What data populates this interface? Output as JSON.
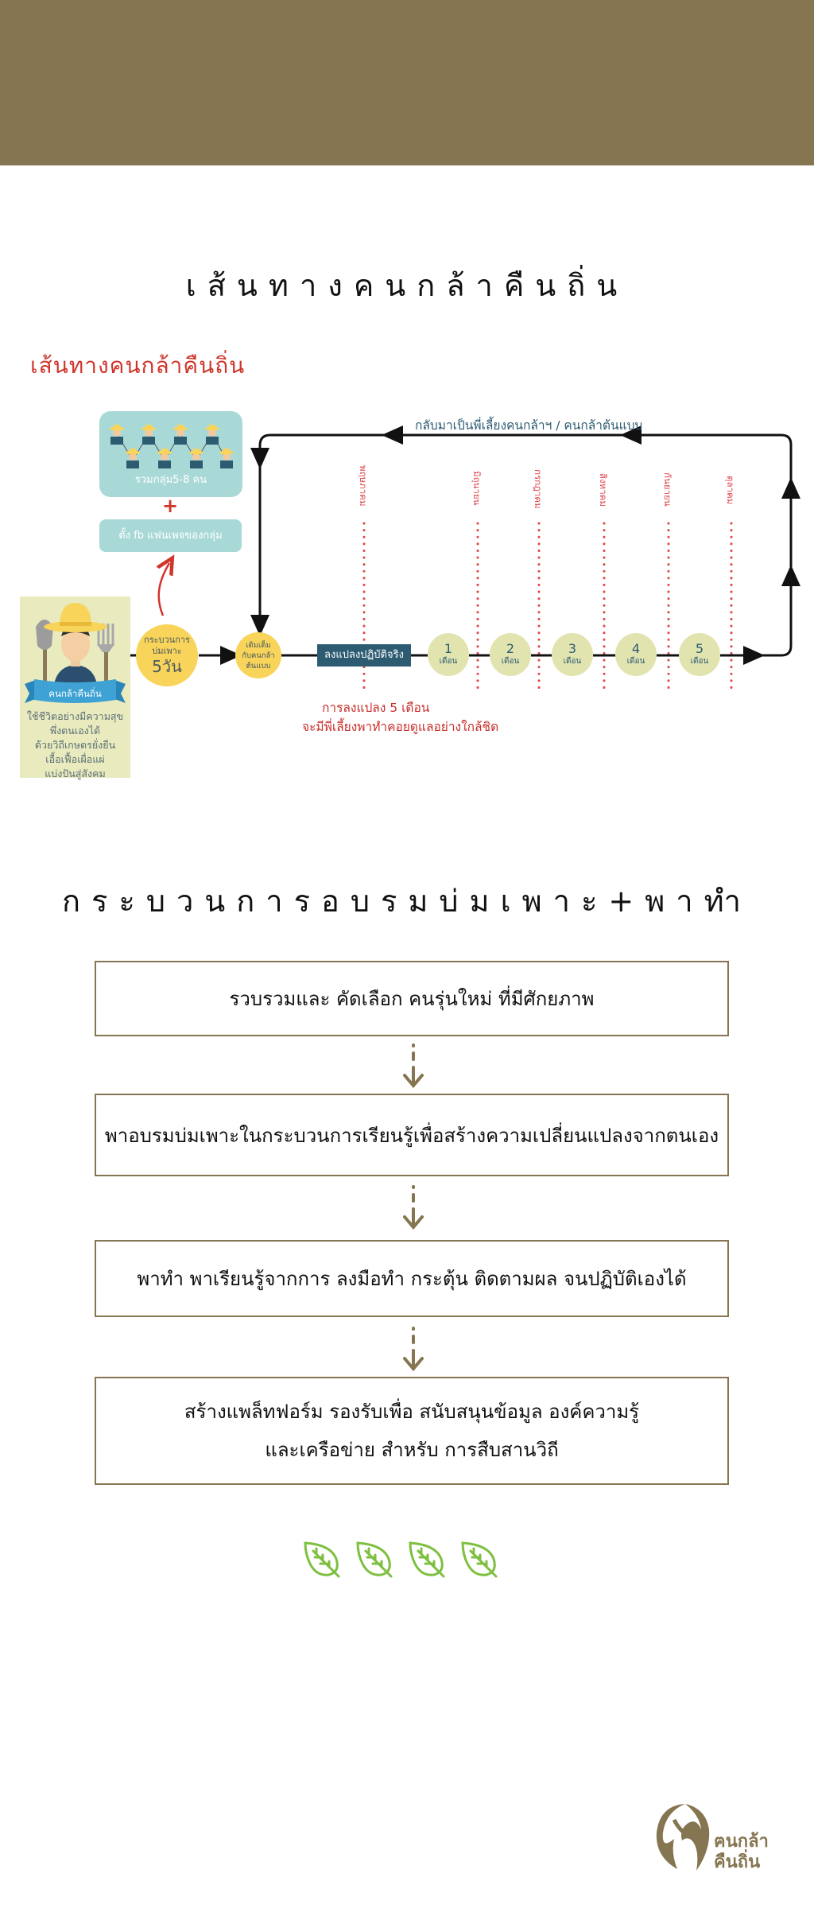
{
  "banner": {
    "color": "#857550"
  },
  "section1": {
    "title": "เส้นทางคนกล้าคืนถิ่น",
    "subtitle": "เส้นทางคนกล้าคืนถิ่น"
  },
  "diagram": {
    "group_box_label": "รวมกลุ่ม5-8 คน",
    "plus": "+",
    "fb_box_label": "ตั้ง fb แฟนเพจของกลุ่ม",
    "farmer_badge": "คนกล้าคืนถิ่น",
    "farmer_desc": [
      "ใช้ชีวิตอย่างมีความสุข",
      "พึ่งตนเองได้",
      "ด้วยวิถีเกษตรยั่งยืน",
      "เอื้อเฟื้อเผื่อแผ่",
      "แบ่งปันสู่สังคม"
    ],
    "incubation": {
      "line1": "กระบวนการ",
      "line2": "บ่มเพาะ",
      "line3": "5วัน"
    },
    "mentor": {
      "line1": "เติมเต็ม",
      "line2": "กับคนกล้า",
      "line3": "ต้นแบบ"
    },
    "practice_label": "ลงแปลงปฏิบัติจริง",
    "loop_label": "กลับมาเป็นพี่เลี้ยงคนกล้าฯ / คนกล้าต้นแบบ",
    "months_timeline": [
      "พฤษภาคม",
      "มิถุนายน",
      "กรกฎาคม",
      "สิงหาคม",
      "กันยายน",
      "ตุลาคม"
    ],
    "month_steps": [
      {
        "num": "1",
        "unit": "เดือน"
      },
      {
        "num": "2",
        "unit": "เดือน"
      },
      {
        "num": "3",
        "unit": "เดือน"
      },
      {
        "num": "4",
        "unit": "เดือน"
      },
      {
        "num": "5",
        "unit": "เดือน"
      }
    ],
    "note_line1": "การลงแปลง 5 เดือน",
    "note_line2": "จะมีพี่เลี้ยงพาทำคอยดูแลอย่างใกล้ชิด",
    "colors": {
      "teal": "#a9d9d7",
      "yellow": "#f8d45a",
      "navy": "#2c5b72",
      "red": "#d0352b",
      "pale_green": "#e2e4b0"
    }
  },
  "section2": {
    "title": "กระบวนการอบรมบ่มเพาะ+พาทำ",
    "steps": [
      {
        "text": "รวบรวมและ คัดเลือก คนรุ่นใหม่ ที่มีศักยภาพ"
      },
      {
        "text": "พาอบรมบ่มเพาะในกระบวนการเรียนรู้เพื่อสร้างความเปลี่ยนแปลงจากตนเอง"
      },
      {
        "text": "พาทำ พาเรียนรู้จากการ ลงมือทำ กระตุ้น ติดตามผล จนปฏิบัติเองได้"
      },
      {
        "line1": "สร้างแพล็ทฟอร์ม รองรับเพื่อ สนับสนุนข้อมูล องค์ความรู้",
        "line2": "และเครือข่าย สำหรับ การสืบสานวิถี"
      }
    ]
  },
  "leaves": {
    "count": 4,
    "icon": "leaf-icon",
    "color": "#7dbf3f"
  },
  "logo": {
    "line1": "ฅนกล้า",
    "line2": "คืนถิ่น",
    "color": "#857550"
  }
}
